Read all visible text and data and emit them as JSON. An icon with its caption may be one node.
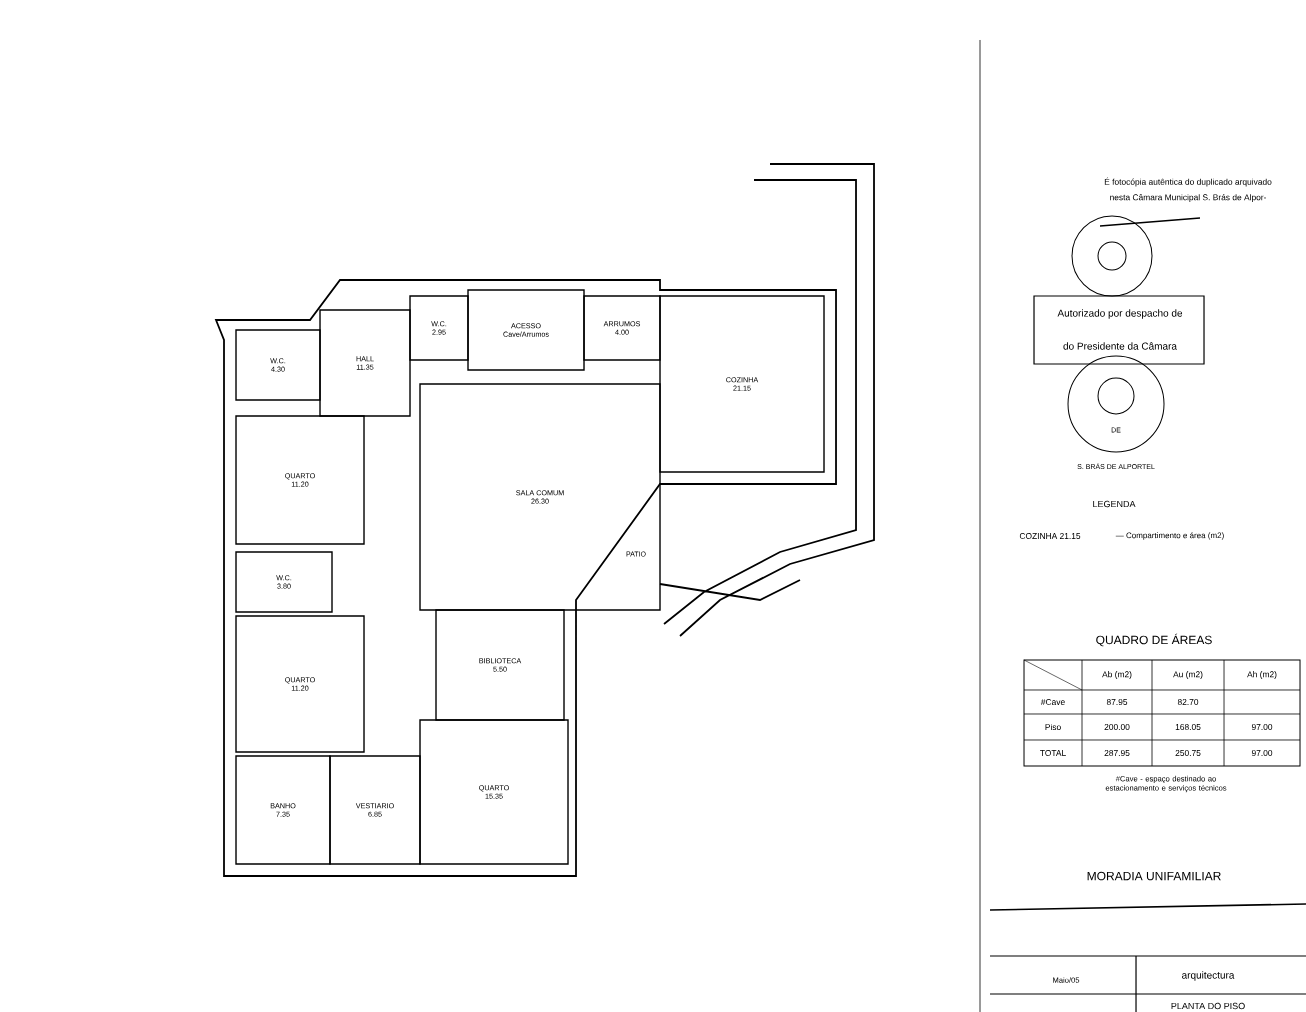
{
  "diagram": {
    "nodes": [
      {
        "text": [
          "W.C.",
          "4.30"
        ]
      },
      {
        "text": [
          "HALL",
          "11.35"
        ]
      },
      {
        "text": [
          "W.C.",
          "2.95"
        ]
      },
      {
        "text": [
          "ACESSO",
          "Cave/Arrumos"
        ]
      },
      {
        "text": [
          "ARRUMOS",
          "4.00"
        ]
      },
      {
        "text": [
          "COZINHA",
          "21.15"
        ]
      },
      {
        "text": [
          "QUARTO",
          "11.20"
        ]
      },
      {
        "text": [
          "SALA COMUM",
          "26.30"
        ]
      },
      {
        "text": [
          "W.C.",
          "3.80"
        ]
      },
      {
        "text": [
          "QUARTO",
          "11.20"
        ]
      },
      {
        "text": [
          "BIBLIOTECA",
          "5.50"
        ]
      },
      {
        "text": [
          "BANHO",
          "7.35"
        ]
      },
      {
        "text": [
          "VESTIARIO",
          "6.85"
        ]
      },
      {
        "text": [
          "QUARTO",
          "15.35"
        ]
      }
    ],
    "labels": [
      "PATIO",
      "É fotocópia autêntica do duplicado arquivado",
      "nesta Câmara Municipal S. Brás de Alpor-",
      "Autorizado por despacho de",
      "do Presidente da Câmara",
      "DE",
      "S. BRÁS DE ALPORTEL",
      "LEGENDA",
      "COZINHA 21.15",
      "— Compartimento e área (m2)",
      "QUADRO DE ÁREAS",
      "Ab (m2)",
      "Au (m2)",
      "Ah (m2)",
      "#Cave",
      "87.95",
      "82.70",
      "Piso",
      "200.00",
      "168.05",
      "97.00",
      "TOTAL",
      "287.95",
      "250.75",
      "97.00",
      "#Cave - espaço destinado ao estacionamento e serviços técnicos",
      "MORADIA UNIFAMILIAR",
      "Maio/05",
      "arquitectura",
      "PLANTA DO PISO"
    ]
  }
}
